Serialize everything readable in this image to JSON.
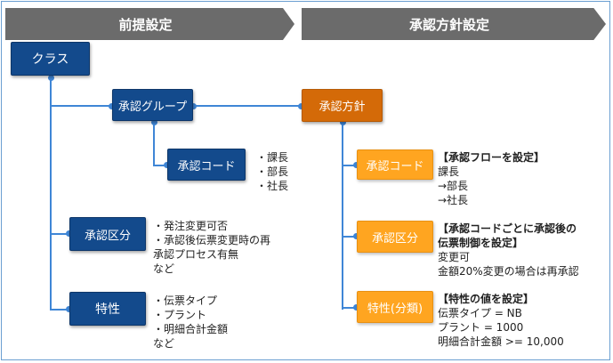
{
  "banners": {
    "left": "前提設定",
    "right": "承認方針設定"
  },
  "nodes": {
    "class": "クラス",
    "approval_group": "承認グループ",
    "approval_code": "承認コード",
    "approval_category": "承認区分",
    "characteristic": "特性",
    "approval_policy": "承認方針",
    "policy_approval_code": "承認コード",
    "policy_approval_category": "承認区分",
    "policy_characteristic": "特性(分類)"
  },
  "notes": {
    "approval_code_items": [
      "・課長",
      "・部長",
      "・社長"
    ],
    "approval_category_items": [
      "・発注変更可否",
      "・承認後伝票変更時の再",
      "承認プロセス有無",
      "など"
    ],
    "characteristic_items": [
      "・伝票タイプ",
      "・プラント",
      "・明細合計金額",
      "など"
    ],
    "policy_code": {
      "heading": "【承認フローを設定】",
      "lines": [
        "課長",
        "→部長",
        "→社長"
      ]
    },
    "policy_category": {
      "heading_lines": [
        "【承認コードごとに承認後の",
        "伝票制御を設定】"
      ],
      "lines": [
        "変更可",
        "金額20%変更の場合は再承認"
      ]
    },
    "policy_characteristic": {
      "heading": "【特性の値を設定】",
      "lines": [
        "伝票タイプ = NB",
        "プラント = 1000",
        "明細合計金額 >= 10,000"
      ]
    }
  },
  "colors": {
    "banner": "#6b6b6b",
    "navy_box": "#134a8c",
    "policy_box": "#d46a08",
    "orange_box": "#ffa520",
    "connector": "#3f86d6",
    "frame": "#6b9fd1"
  }
}
